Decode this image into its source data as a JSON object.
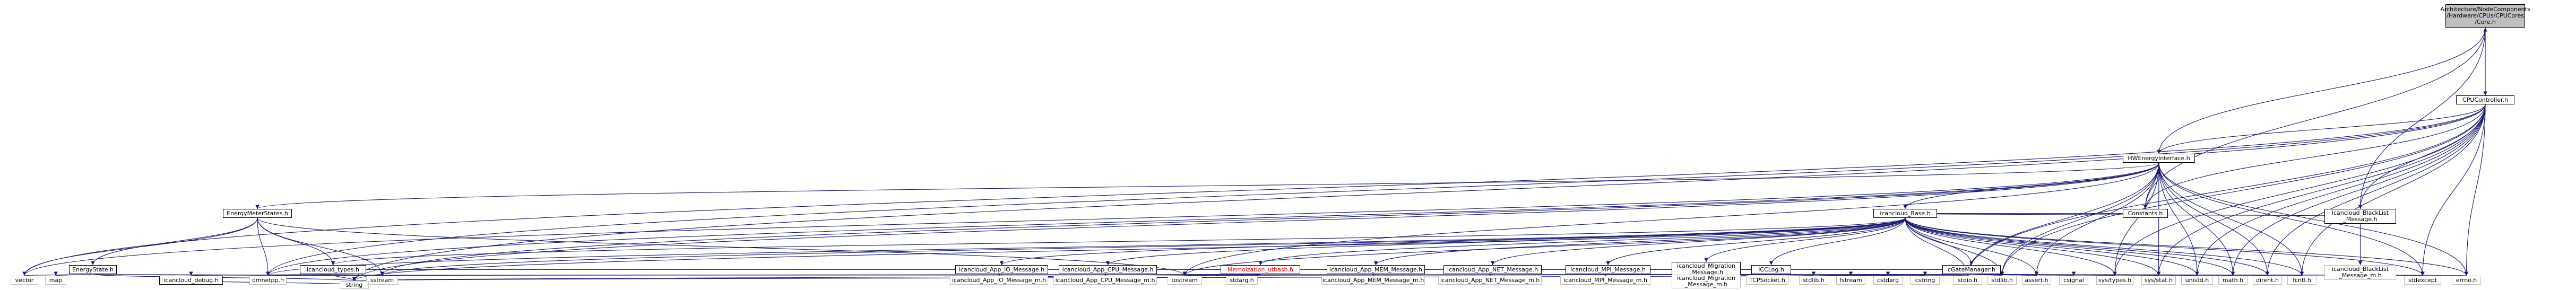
{
  "colors": {
    "background": "#ffffff",
    "edge": "#191970",
    "node_border": "#000000",
    "nodoc_border": "#bfbfbf",
    "current_fill": "#bfbfbf",
    "special_text": "#ff0000"
  },
  "nodes": {
    "cpucores": {
      "label": "Architecture/NodeComponents\n/Hardware/CPUs/CPUCores\n/Core.h",
      "kind": "current"
    },
    "cpucontroller": {
      "label": "CPUController.h",
      "kind": "doc"
    },
    "hwenergy": {
      "label": "HWEnergyInterface.h",
      "kind": "doc"
    },
    "energymeterstates": {
      "label": "EnergyMeterStates.h",
      "kind": "doc"
    },
    "energystate": {
      "label": "EnergyState.h",
      "kind": "doc"
    },
    "icancloud_types": {
      "label": "icancloud_types.h",
      "kind": "doc"
    },
    "icancloud_debug": {
      "label": "icancloud_debug.h",
      "kind": "doc"
    },
    "icancloud_base": {
      "label": "icancloud_Base.h",
      "kind": "doc"
    },
    "app_io": {
      "label": "icancloud_App_IO_Message.h",
      "kind": "doc"
    },
    "app_io_m": {
      "label": "icancloud_App_IO_Message_m.h",
      "kind": "nodoc"
    },
    "app_cpu": {
      "label": "icancloud_App_CPU_Message.h",
      "kind": "doc"
    },
    "app_cpu_m": {
      "label": "icancloud_App_CPU_Message_m.h",
      "kind": "nodoc"
    },
    "memoization": {
      "label": "Memoization_uthash.h",
      "kind": "special"
    },
    "app_mem": {
      "label": "icancloud_App_MEM_Message.h",
      "kind": "doc"
    },
    "app_mem_m": {
      "label": "icancloud_App_MEM_Message_m.h",
      "kind": "nodoc"
    },
    "app_net": {
      "label": "icancloud_App_NET_Message.h",
      "kind": "doc"
    },
    "app_net_m": {
      "label": "icancloud_App_NET_Message_m.h",
      "kind": "nodoc"
    },
    "mpi": {
      "label": "icancloud_MPI_Message.h",
      "kind": "doc"
    },
    "mpi_m": {
      "label": "icancloud_MPI_Message_m.h",
      "kind": "nodoc"
    },
    "migration": {
      "label": "icancloud_Migration\n_Message.h",
      "kind": "doc"
    },
    "migration_m": {
      "label": "icancloud_Migration\n_Message_m.h",
      "kind": "nodoc"
    },
    "icclog": {
      "label": "ICCLog.h",
      "kind": "doc"
    },
    "tcpsocket": {
      "label": "TCPSocket.h",
      "kind": "nodoc"
    },
    "cgatemanager": {
      "label": "cGateManager.h",
      "kind": "doc"
    },
    "constants": {
      "label": "Constants.h",
      "kind": "doc"
    },
    "blacklist": {
      "label": "icancloud_BlackList\n_Message.h",
      "kind": "doc"
    },
    "blacklist_m": {
      "label": "icancloud_BlackList\n_Message_m.h",
      "kind": "nodoc"
    },
    "vector": {
      "label": "vector",
      "kind": "nodoc"
    },
    "map": {
      "label": "map",
      "kind": "nodoc"
    },
    "omnetpp": {
      "label": "omnetpp.h",
      "kind": "nodoc"
    },
    "sstream": {
      "label": "sstream",
      "kind": "nodoc"
    },
    "iostream": {
      "label": "iostream",
      "kind": "nodoc"
    },
    "string": {
      "label": "string",
      "kind": "nodoc"
    },
    "stdarg": {
      "label": "stdarg.h",
      "kind": "nodoc"
    },
    "stdlib": {
      "label": "stdlib.h",
      "kind": "nodoc"
    },
    "fstream": {
      "label": "fstream",
      "kind": "nodoc"
    },
    "cstdarg": {
      "label": "cstdarg",
      "kind": "nodoc"
    },
    "cstring": {
      "label": "cstring",
      "kind": "nodoc"
    },
    "stdio": {
      "label": "stdio.h",
      "kind": "nodoc"
    },
    "stdlib2": {
      "label": "stdlib.h",
      "kind": "nodoc"
    },
    "assert": {
      "label": "assert.h",
      "kind": "nodoc"
    },
    "csignal": {
      "label": "csignal",
      "kind": "nodoc"
    },
    "systypes": {
      "label": "sys/types.h",
      "kind": "nodoc"
    },
    "sysstat": {
      "label": "sys/stat.h",
      "kind": "nodoc"
    },
    "unistd": {
      "label": "unistd.h",
      "kind": "nodoc"
    },
    "math": {
      "label": "math.h",
      "kind": "nodoc"
    },
    "dirent": {
      "label": "dirent.h",
      "kind": "nodoc"
    },
    "fcntl": {
      "label": "fcntl.h",
      "kind": "nodoc"
    },
    "stdexcept": {
      "label": "stdexcept",
      "kind": "nodoc"
    },
    "errno": {
      "label": "errno.h",
      "kind": "nodoc"
    }
  }
}
